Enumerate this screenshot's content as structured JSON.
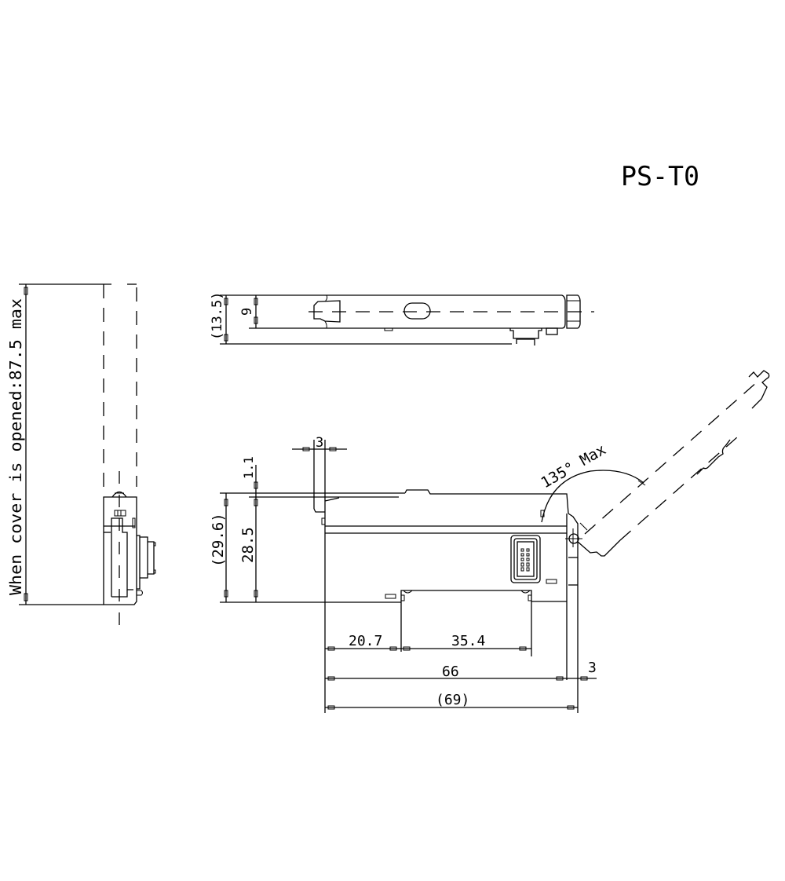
{
  "drawing": {
    "title": "PS-T0",
    "line_color": "#000000",
    "background": "#ffffff"
  },
  "views": {
    "side_view": {
      "annotation": "When cover is opened:87.5 max"
    },
    "top_view": {
      "dimensions": {
        "overall_height": "(13.5)",
        "body_height": "9"
      }
    },
    "front_view": {
      "dimensions": {
        "cover_width": "3",
        "cover_offset": "1.1",
        "overall_height": "(29.6)",
        "body_height": "28.5",
        "left_offset": "20.7",
        "rail_width": "35.4",
        "body_length": "66",
        "end_width": "3",
        "overall_length": "(69)"
      },
      "angle_annotation": "135° Max"
    }
  }
}
